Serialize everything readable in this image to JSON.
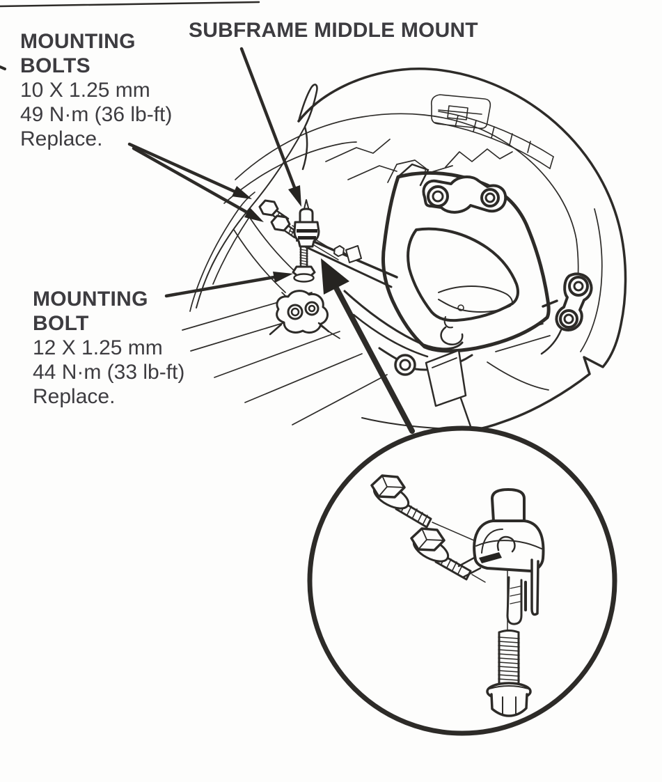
{
  "figure": {
    "title": "SUBFRAME MIDDLE MOUNT",
    "callouts": [
      {
        "id": "mounting-bolts-10mm",
        "lines": [
          "MOUNTING",
          "BOLTS"
        ],
        "spec": "10 X 1.25 mm",
        "torque": "49 N·m (36 lb-ft)",
        "note": "Replace."
      },
      {
        "id": "mounting-bolt-12mm",
        "lines": [
          "MOUNTING",
          "BOLT"
        ],
        "spec": "12 X 1.25 mm",
        "torque": "44 N·m (33 lb-ft)",
        "note": "Replace."
      }
    ],
    "colors": {
      "ink": "#2d2b28",
      "paper": "#fdfdfc",
      "text": "#3d3c40"
    }
  }
}
